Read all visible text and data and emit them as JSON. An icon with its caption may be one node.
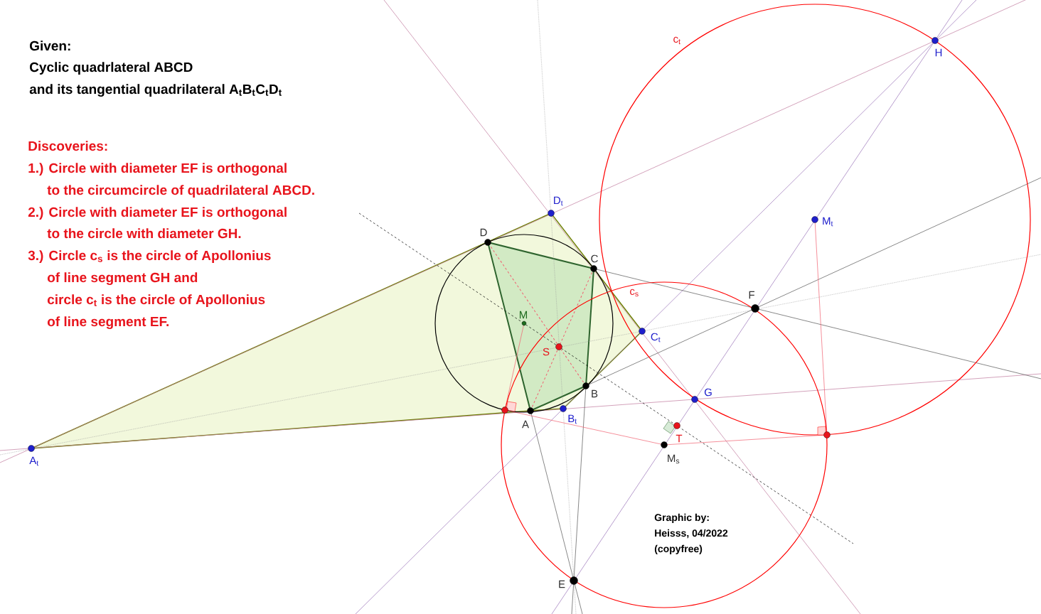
{
  "diagram": {
    "labels": [
      "Given:",
      "Cyclic quadrlateral ABCD",
      "and its tangential quadrilateral A$_{t}$B$_{t}$C$_{t}$D$_{t}$",
      "Discoveries:",
      "1.) Circle with diameter EF is orthogonal",
      "to the circumcircle of quadrilateral ABCD.",
      "2.) Circle with diameter EF is orthogonal",
      "to the circle with diameter GH.",
      "3.) Circle c$_{s}$ is the circle of Apollonius",
      "of line segment GH and",
      "circle c$_{t}$ is the circle of Apollonius",
      "of line segment EF.",
      "c$_{t}$",
      "H",
      "D$_{t}$",
      "M$_{t}$",
      "D",
      "C",
      "c$_{s}$",
      "F",
      "M",
      "C$_{t}$",
      "S",
      "G",
      "B",
      "A",
      "B$_{t}$",
      "T",
      "A$_{t}$",
      "M$_{s}$",
      "Graphic by:",
      "Heisss, 04/2022",
      "(copyfree)",
      "E"
    ]
  }
}
